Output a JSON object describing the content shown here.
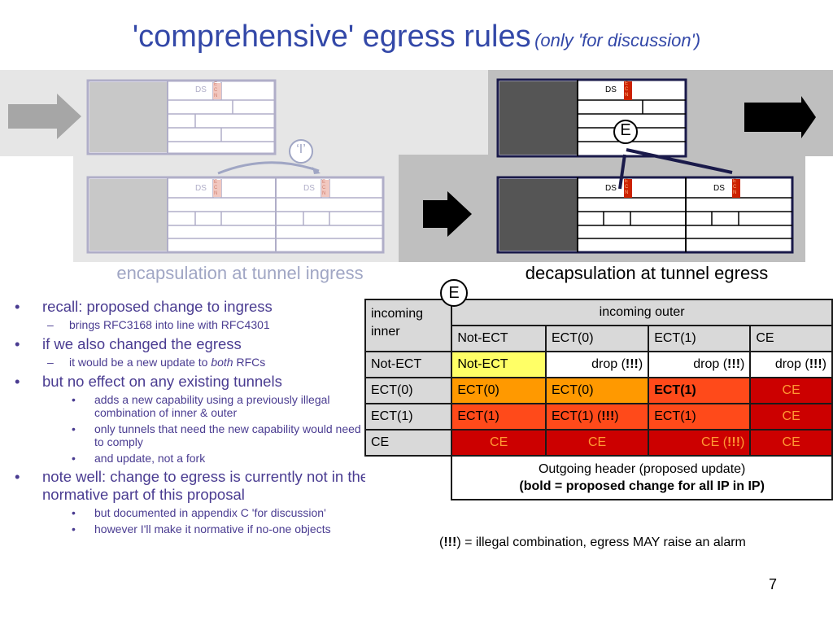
{
  "title": {
    "main": "'comprehensive' egress rules",
    "sub": "(only 'for discussion')"
  },
  "diagram": {
    "ds_label": "DS",
    "ecn_label": "E C N",
    "i_label": "‘I’",
    "e_label": "E",
    "caption_ingress": "encapsulation at tunnel ingress",
    "caption_egress": "decapsulation at tunnel egress"
  },
  "bullets": [
    {
      "text": "recall: proposed change to ingress",
      "sub": [
        {
          "text": "brings RFC3168 into line with RFC4301"
        }
      ]
    },
    {
      "text": "if we also changed the egress",
      "sub": [
        {
          "pre": "it would be a new update to ",
          "em": "both",
          "post": " RFCs"
        }
      ]
    },
    {
      "text": "but no effect on any existing tunnels",
      "subsub": [
        "adds a new capability using a previously illegal combination of inner & outer",
        "only tunnels that need the new capability would need to comply",
        "and update, not a fork"
      ]
    },
    {
      "text": "note well: change to egress is currently not in the normative part of this proposal",
      "subsub": [
        "but documented in appendix C 'for discussion'",
        "however I'll make it normative if no-one objects"
      ]
    }
  ],
  "table": {
    "e_label": "E",
    "corner": "incoming inner",
    "outer_header": "incoming outer",
    "cols": [
      "Not-ECT",
      "ECT(0)",
      "ECT(1)",
      "CE"
    ],
    "rows": [
      {
        "label": "Not-ECT",
        "cells": [
          "Not-ECT",
          "drop (",
          "drop (",
          "drop ("
        ]
      },
      {
        "label": "ECT(0)",
        "cells": [
          "ECT(0)",
          "ECT(0)",
          "ECT(1)",
          "CE"
        ]
      },
      {
        "label": "ECT(1)",
        "cells": [
          "ECT(1)",
          "ECT(1) (",
          "ECT(1)",
          "CE"
        ]
      },
      {
        "label": "CE",
        "cells": [
          "CE",
          "CE",
          "CE (",
          "CE"
        ]
      }
    ],
    "bang": "!!!",
    "close": ")",
    "footer1": "Outgoing header (proposed update)",
    "footer2": "(bold = proposed change for all IP in IP)"
  },
  "note": {
    "open": "(",
    "bang": "!!!",
    "rest": ") = illegal combination, egress MAY raise an alarm"
  },
  "page_number": "7",
  "colors": {
    "title": "#3348a8",
    "bullet_text": "#4a3c91",
    "ingress_caption": "#a0a6c4",
    "yellow": "#ffff66",
    "orange": "#ff9900",
    "red": "#ff4a1a",
    "dark_red": "#cc0000"
  }
}
